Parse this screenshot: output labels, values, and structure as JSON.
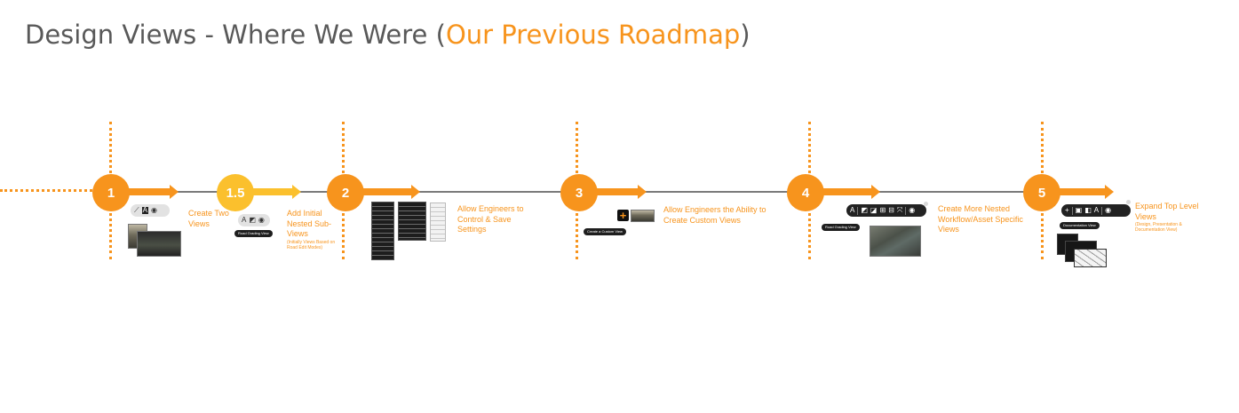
{
  "title": {
    "prefix": "Design Views - Where We Were (",
    "highlight": "Our Previous Roadmap",
    "suffix": ")"
  },
  "colors": {
    "accent": "#f7941d",
    "accent_alt": "#fbc02d",
    "title": "#595959",
    "line": "#7a7a7a"
  },
  "milestones": [
    {
      "number": "1",
      "description": "Create Two Views"
    },
    {
      "number": "1.5",
      "description": "Add Initial Nested Sub-Views",
      "note": "(Initially Views Based on Road Edit Modes)",
      "tag": "Road Grading View"
    },
    {
      "number": "2",
      "description": "Allow Engineers to Control & Save Settings"
    },
    {
      "number": "3",
      "description": "Allow Engineers the Ability to Create Custom Views",
      "tag": "Create a Custom View"
    },
    {
      "number": "4",
      "description": "Create More Nested Workflow/Asset Specific Views",
      "tag": "Road Grading View"
    },
    {
      "number": "5",
      "description": "Expand Top Level Views",
      "note": "(Design, Presentation & Documentation View)",
      "tag": "Documentation View"
    }
  ],
  "icons": {
    "view_toggle": "road-design-icon",
    "visibility": "eye-icon",
    "add": "plus-icon"
  }
}
